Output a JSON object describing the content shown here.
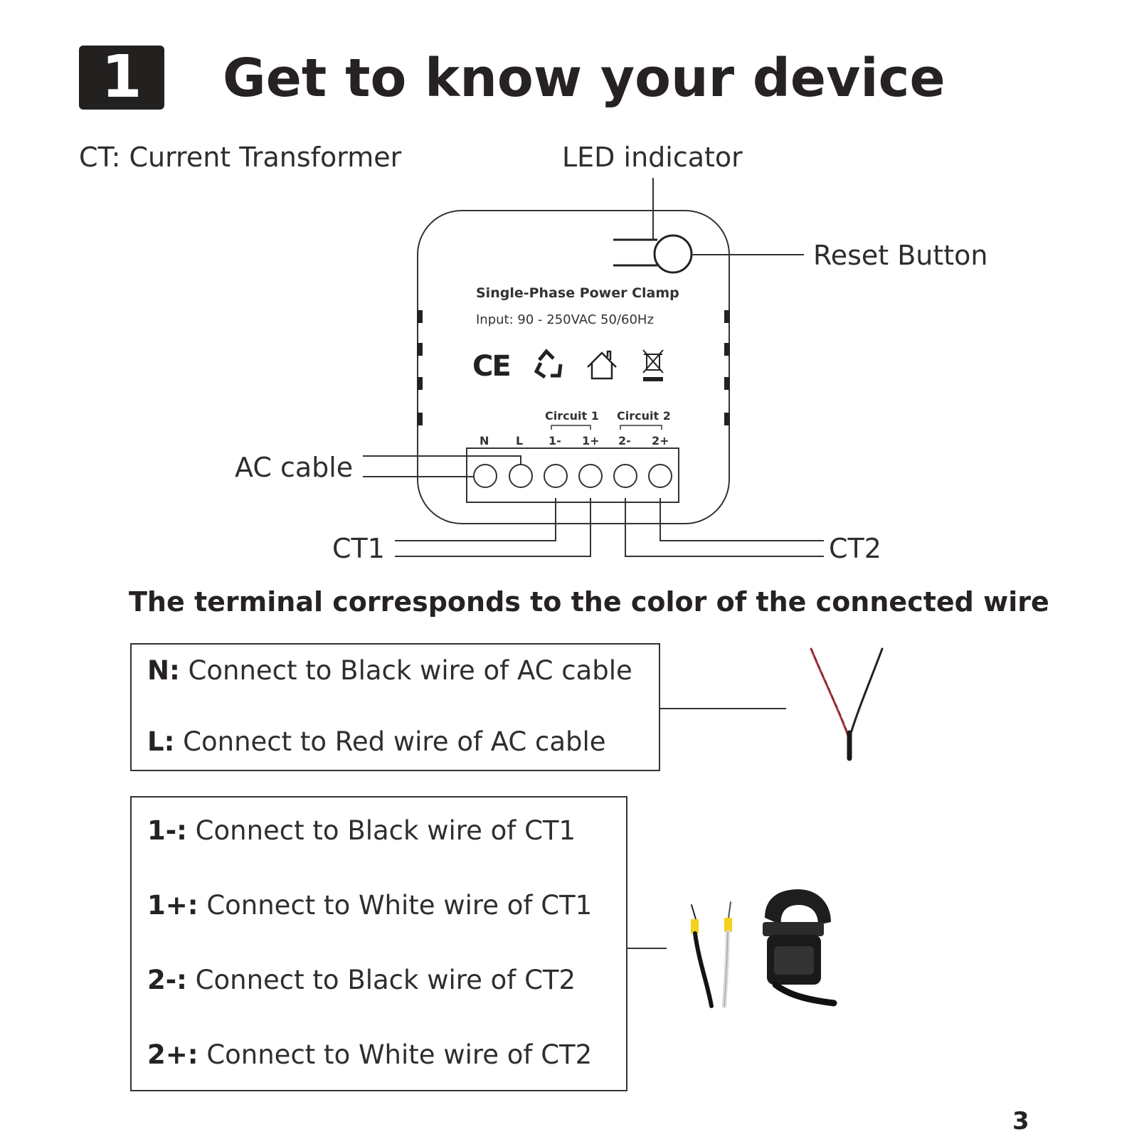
{
  "section_number": "1",
  "title": "Get to know your device",
  "ct_note": "CT: Current Transformer",
  "diagram": {
    "led_label": "LED indicator",
    "reset_label": "Reset Button",
    "ac_label": "AC cable",
    "ct1_label": "CT1",
    "ct2_label": "CT2",
    "device_name": "Single-Phase Power Clamp",
    "device_input": "Input: 90 - 250VAC 50/60Hz",
    "ce_mark": "CE",
    "circuit1": "Circuit 1",
    "circuit2": "Circuit 2",
    "terminals": [
      "N",
      "L",
      "1-",
      "1+",
      "2-",
      "2+"
    ]
  },
  "subheading": "The terminal corresponds to the color of the connected wire",
  "ac_box": [
    {
      "key": "N:",
      "text": "Connect to Black wire of AC cable"
    },
    {
      "key": "L:",
      "text": "Connect to Red wire of AC cable"
    }
  ],
  "ct_box": [
    {
      "key": "1-:",
      "text": "Connect to Black wire of CT1"
    },
    {
      "key": "1+:",
      "text": "Connect to White wire of CT1"
    },
    {
      "key": "2-:",
      "text": "Connect to Black wire of CT2"
    },
    {
      "key": "2+:",
      "text": "Connect to White wire of CT2"
    }
  ],
  "page_number": "3",
  "colors": {
    "dark": "#232020",
    "red_wire": "#a8323c",
    "yellow_ferrule": "#f2d21b"
  }
}
